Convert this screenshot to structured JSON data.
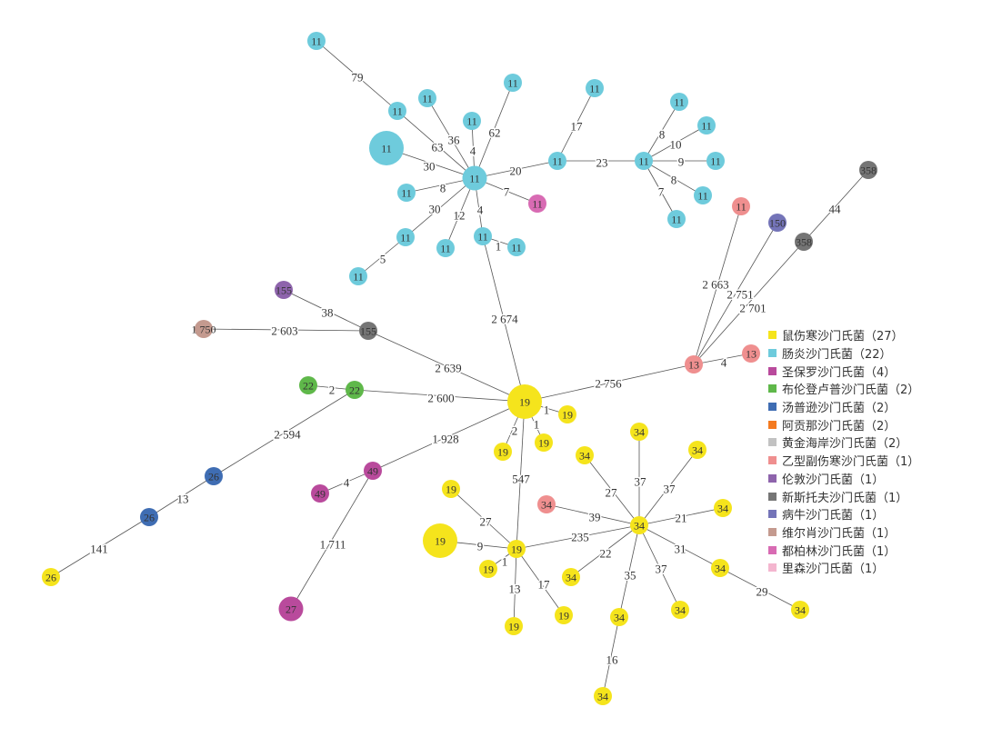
{
  "groups": {
    "Y": {
      "color": "#f5e41c",
      "label": "鼠伤寒沙门氏菌（27）"
    },
    "C": {
      "color": "#6ecbdc",
      "label": "肠炎沙门氏菌（22）"
    },
    "M": {
      "color": "#b94a9c",
      "label": "圣保罗沙门氏菌（4）"
    },
    "G": {
      "color": "#5fb84a",
      "label": "布伦登卢普沙门氏菌（2）"
    },
    "B": {
      "color": "#3f6db3",
      "label": "汤普逊沙门氏菌（2）"
    },
    "O": {
      "color": "#f47a20",
      "label": "阿贡那沙门氏菌（2）"
    },
    "L": {
      "color": "#c2c2c2",
      "label": "黄金海岸沙门氏菌（2）"
    },
    "S": {
      "color": "#ef8f8f",
      "label": "乙型副伤寒沙门氏菌（1）"
    },
    "P": {
      "color": "#8e64ac",
      "label": "伦敦沙门氏菌（1）"
    },
    "D": {
      "color": "#757575",
      "label": "新斯托夫沙门氏菌（1）"
    },
    "V": {
      "color": "#7474b8",
      "label": "病牛沙门氏菌（1）"
    },
    "R": {
      "color": "#c49a8f",
      "label": "维尔肖沙门氏菌（1）"
    },
    "K": {
      "color": "#d86bb3",
      "label": "都柏林沙门氏菌（1）"
    },
    "N": {
      "color": "#f4b6cf",
      "label": "里森沙门氏菌（1）"
    }
  },
  "legend": [
    "Y",
    "C",
    "M",
    "G",
    "B",
    "O",
    "L",
    "S",
    "P",
    "D",
    "V",
    "R",
    "K",
    "N"
  ],
  "nodes": [
    {
      "id": "c_top",
      "label": "11",
      "g": "C"
    },
    {
      "id": "c_a",
      "label": "11",
      "g": "C"
    },
    {
      "id": "c_hub",
      "label": "11",
      "g": "C",
      "size": 2
    },
    {
      "id": "c_b",
      "label": "11",
      "g": "C"
    },
    {
      "id": "c_c",
      "label": "11",
      "g": "C"
    },
    {
      "id": "c_d",
      "label": "11",
      "g": "C"
    },
    {
      "id": "c_big",
      "label": "11",
      "g": "C",
      "size": 3
    },
    {
      "id": "c_e",
      "label": "11",
      "g": "C"
    },
    {
      "id": "c_f",
      "label": "11",
      "g": "C"
    },
    {
      "id": "c_g",
      "label": "11",
      "g": "C"
    },
    {
      "id": "c_h",
      "label": "11",
      "g": "C"
    },
    {
      "id": "c_i",
      "label": "11",
      "g": "C"
    },
    {
      "id": "c_j",
      "label": "11",
      "g": "C"
    },
    {
      "id": "c_k",
      "label": "11",
      "g": "C"
    },
    {
      "id": "k_a",
      "label": "11",
      "g": "K"
    },
    {
      "id": "c_mid",
      "label": "11",
      "g": "C"
    },
    {
      "id": "c_l",
      "label": "11",
      "g": "C"
    },
    {
      "id": "c_hub2",
      "label": "11",
      "g": "C"
    },
    {
      "id": "c_m",
      "label": "11",
      "g": "C"
    },
    {
      "id": "c_n",
      "label": "11",
      "g": "C"
    },
    {
      "id": "c_o",
      "label": "11",
      "g": "C"
    },
    {
      "id": "c_p",
      "label": "11",
      "g": "C"
    },
    {
      "id": "c_q",
      "label": "11",
      "g": "C"
    },
    {
      "id": "s_a",
      "label": "11",
      "g": "S"
    },
    {
      "id": "v_a",
      "label": "150",
      "g": "V"
    },
    {
      "id": "d_a",
      "label": "358",
      "g": "D"
    },
    {
      "id": "d_b",
      "label": "358",
      "g": "D"
    },
    {
      "id": "p_a",
      "label": "155",
      "g": "P"
    },
    {
      "id": "r_a",
      "label": "1 750",
      "g": "R"
    },
    {
      "id": "d_c",
      "label": "155",
      "g": "D"
    },
    {
      "id": "s_hub",
      "label": "13",
      "g": "S"
    },
    {
      "id": "s_b",
      "label": "13",
      "g": "S"
    },
    {
      "id": "g_a",
      "label": "22",
      "g": "G"
    },
    {
      "id": "g_b",
      "label": "22",
      "g": "G"
    },
    {
      "id": "y_hub",
      "label": "19",
      "g": "Y",
      "size": 3
    },
    {
      "id": "y_a",
      "label": "19",
      "g": "Y"
    },
    {
      "id": "y_b",
      "label": "19",
      "g": "Y"
    },
    {
      "id": "y_c",
      "label": "19",
      "g": "Y"
    },
    {
      "id": "b_a",
      "label": "26",
      "g": "B"
    },
    {
      "id": "b_b",
      "label": "26",
      "g": "B"
    },
    {
      "id": "y_d",
      "label": "26",
      "g": "Y"
    },
    {
      "id": "m_a",
      "label": "49",
      "g": "M"
    },
    {
      "id": "m_b",
      "label": "49",
      "g": "M"
    },
    {
      "id": "m_c",
      "label": "27",
      "g": "M",
      "size": 2
    },
    {
      "id": "y_e",
      "label": "19",
      "g": "Y"
    },
    {
      "id": "y_big",
      "label": "19",
      "g": "Y",
      "size": 3
    },
    {
      "id": "y_hub2",
      "label": "19",
      "g": "Y"
    },
    {
      "id": "y_f",
      "label": "19",
      "g": "Y"
    },
    {
      "id": "y_g",
      "label": "19",
      "g": "Y"
    },
    {
      "id": "y_h",
      "label": "19",
      "g": "Y"
    },
    {
      "id": "y34_hub",
      "label": "34",
      "g": "Y"
    },
    {
      "id": "y34_a",
      "label": "34",
      "g": "Y"
    },
    {
      "id": "y34_b",
      "label": "34",
      "g": "Y"
    },
    {
      "id": "y34_c",
      "label": "34",
      "g": "Y"
    },
    {
      "id": "s_c",
      "label": "34",
      "g": "S"
    },
    {
      "id": "y34_d",
      "label": "34",
      "g": "Y"
    },
    {
      "id": "y34_e",
      "label": "34",
      "g": "Y"
    },
    {
      "id": "y34_f",
      "label": "34",
      "g": "Y"
    },
    {
      "id": "y34_g",
      "label": "34",
      "g": "Y"
    },
    {
      "id": "y34_h",
      "label": "34",
      "g": "Y"
    },
    {
      "id": "y34_i",
      "label": "34",
      "g": "Y"
    },
    {
      "id": "y34_j",
      "label": "34",
      "g": "Y"
    }
  ],
  "edges": [
    {
      "s": "c_top",
      "t": "c_a",
      "label": "79"
    },
    {
      "s": "c_a",
      "t": "c_hub",
      "label": "63"
    },
    {
      "s": "c_b",
      "t": "c_hub",
      "label": "36"
    },
    {
      "s": "c_c",
      "t": "c_hub",
      "label": "4"
    },
    {
      "s": "c_d",
      "t": "c_hub",
      "label": "62"
    },
    {
      "s": "c_big",
      "t": "c_hub",
      "label": "30"
    },
    {
      "s": "c_e",
      "t": "c_hub",
      "label": "8"
    },
    {
      "s": "c_f",
      "t": "c_hub",
      "label": "30"
    },
    {
      "s": "c_g",
      "t": "c_f",
      "label": "5"
    },
    {
      "s": "c_h",
      "t": "c_hub",
      "label": "12"
    },
    {
      "s": "c_i",
      "t": "c_hub",
      "label": "4"
    },
    {
      "s": "c_i",
      "t": "c_j",
      "label": "1"
    },
    {
      "s": "c_hub",
      "t": "k_a",
      "label": "7"
    },
    {
      "s": "c_hub",
      "t": "c_mid",
      "label": "20"
    },
    {
      "s": "c_mid",
      "t": "c_k",
      "label": "17"
    },
    {
      "s": "c_mid",
      "t": "c_hub2",
      "label": "23"
    },
    {
      "s": "c_hub2",
      "t": "c_l",
      "label": "8"
    },
    {
      "s": "c_hub2",
      "t": "c_m",
      "label": "10"
    },
    {
      "s": "c_hub2",
      "t": "c_n",
      "label": "9"
    },
    {
      "s": "c_hub2",
      "t": "c_o",
      "label": "8"
    },
    {
      "s": "c_hub2",
      "t": "c_p",
      "label": "7"
    },
    {
      "s": "c_i",
      "t": "y_hub",
      "label": "2 674"
    },
    {
      "s": "s_a",
      "t": "s_hub",
      "label": "2 663"
    },
    {
      "s": "v_a",
      "t": "s_hub",
      "label": "2 751"
    },
    {
      "s": "d_b",
      "t": "s_hub",
      "label": "2 701"
    },
    {
      "s": "d_a",
      "t": "d_b",
      "label": "44"
    },
    {
      "s": "s_hub",
      "t": "s_b",
      "label": "4"
    },
    {
      "s": "y_hub",
      "t": "s_hub",
      "label": "2 756"
    },
    {
      "s": "p_a",
      "t": "d_c",
      "label": "38"
    },
    {
      "s": "r_a",
      "t": "d_c",
      "label": "2 603"
    },
    {
      "s": "d_c",
      "t": "y_hub",
      "label": "2 639"
    },
    {
      "s": "g_a",
      "t": "g_b",
      "label": "2"
    },
    {
      "s": "g_b",
      "t": "y_hub",
      "label": "2 600"
    },
    {
      "s": "g_b",
      "t": "b_a",
      "label": "2 594"
    },
    {
      "s": "b_a",
      "t": "b_b",
      "label": "13"
    },
    {
      "s": "b_b",
      "t": "y_d",
      "label": "141"
    },
    {
      "s": "y_hub",
      "t": "y_a",
      "label": "1"
    },
    {
      "s": "y_hub",
      "t": "y_b",
      "label": "2"
    },
    {
      "s": "y_hub",
      "t": "y_c",
      "label": "1"
    },
    {
      "s": "y_hub",
      "t": "m_b",
      "label": "1 928"
    },
    {
      "s": "m_a",
      "t": "m_b",
      "label": "4"
    },
    {
      "s": "m_b",
      "t": "m_c",
      "label": "1 711"
    },
    {
      "s": "y_hub",
      "t": "y_hub2",
      "label": "547"
    },
    {
      "s": "y_e",
      "t": "y_hub2",
      "label": "27"
    },
    {
      "s": "y_big",
      "t": "y_hub2",
      "label": "9"
    },
    {
      "s": "y_hub2",
      "t": "y_f",
      "label": "1"
    },
    {
      "s": "y_hub2",
      "t": "y_g",
      "label": "13"
    },
    {
      "s": "y_hub2",
      "t": "y_h",
      "label": "17"
    },
    {
      "s": "y_hub2",
      "t": "y34_hub",
      "label": "235"
    },
    {
      "s": "y34_a",
      "t": "y34_hub",
      "label": "37"
    },
    {
      "s": "y34_b",
      "t": "y34_hub",
      "label": "27"
    },
    {
      "s": "y34_c",
      "t": "y34_hub",
      "label": "37"
    },
    {
      "s": "s_c",
      "t": "y34_hub",
      "label": "39"
    },
    {
      "s": "y34_d",
      "t": "y34_hub",
      "label": "21"
    },
    {
      "s": "y34_e",
      "t": "y34_hub",
      "label": "22"
    },
    {
      "s": "y34_hub",
      "t": "y34_f",
      "label": "31"
    },
    {
      "s": "y34_f",
      "t": "y34_g",
      "label": "29"
    },
    {
      "s": "y34_hub",
      "t": "y34_h",
      "label": "35"
    },
    {
      "s": "y34_hub",
      "t": "y34_i",
      "label": "37"
    },
    {
      "s": "y34_h",
      "t": "y34_j",
      "label": "16"
    }
  ]
}
